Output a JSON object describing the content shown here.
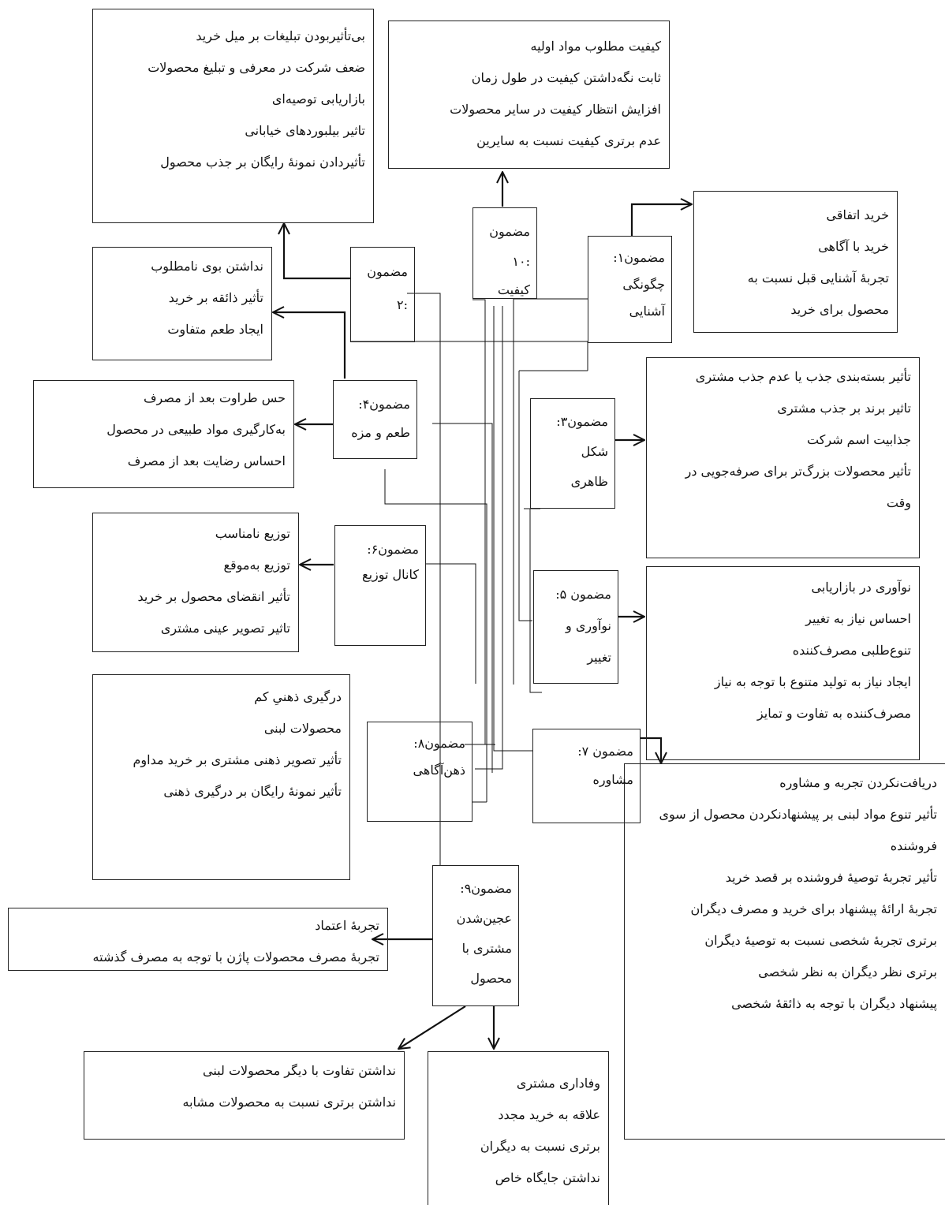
{
  "themes": {
    "t1": {
      "lines": [
        "مضمون۱:",
        "چگونگی",
        "آشنایی"
      ]
    },
    "t2": {
      "lines": [
        "مضمون",
        ":۲"
      ]
    },
    "t3": {
      "lines": [
        "مضمون۳:",
        "شکل",
        "ظاهری"
      ]
    },
    "t4": {
      "lines": [
        "مضمون۴:",
        "طعم و مزه"
      ]
    },
    "t5": {
      "lines": [
        "مضمون ۵:",
        "نوآوری و",
        "تغییر"
      ]
    },
    "t6": {
      "lines": [
        "مضمون۶:",
        "کانال توزیع"
      ]
    },
    "t7": {
      "lines": [
        "مضمون ۷:",
        "مشاوره"
      ]
    },
    "t8": {
      "lines": [
        "مضمون۸:",
        "ذهن‌آگاهی"
      ]
    },
    "t9": {
      "lines": [
        "مضمون۹:",
        "عجین‌شدن",
        "مشتری با",
        "محصول"
      ]
    },
    "t10": {
      "lines": [
        "مضمون",
        ":۱۰",
        "کیفیت"
      ]
    }
  },
  "boxes": {
    "advertising": {
      "lines": [
        "بی‌تأثیربودن تبلیغات بر میل خرید",
        "ضعف شرکت در معرفی و تبلیغ محصولات",
        "بازاریابی توصیه‌ای",
        "تاثیر بیلبوردهای خیابانی",
        "تأثیردادن نمونۀ رایگان بر جذب محصول"
      ]
    },
    "quality": {
      "lines": [
        "کیفیت مطلوب مواد اولیه",
        "ثابت نگه‌داشتن کیفیت در طول زمان",
        "افزایش انتظار کیفیت در سایر  محصولات",
        "عدم برتری کیفیت نسبت به سایرین"
      ]
    },
    "familiarity": {
      "lines": [
        "خرید اتفاقی",
        "خرید با آگاهی",
        "تجربۀ آشنایی قبل نسبت به",
        "محصول برای خرید"
      ]
    },
    "smell": {
      "lines": [
        "نداشتن بوی نامطلوب",
        "تأثیر ذائقه بر خرید",
        "ایجاد طعم متفاوت"
      ]
    },
    "taste": {
      "lines": [
        "حس طراوت بعد از مصرف",
        "به‌کارگیری مواد طبیعی در محصول",
        "احساس رضایت بعد از مصرف"
      ]
    },
    "appearance": {
      "lines": [
        "تأثیر بسته‌بندی جذب یا عدم جذب مشتری",
        "تاثیر برند بر جذب مشتری",
        "جذابیت اسم شرکت",
        "تأثیر محصولات بزرگ‌تر برای صرفه‌جویی در",
        "وقت"
      ]
    },
    "distribution": {
      "lines": [
        "توزیع نامناسب",
        "توزیع به‌موقع",
        "تأثیر انقضای محصول بر خرید",
        "تاثیر تصویر عینی مشتری"
      ]
    },
    "innovation": {
      "lines": [
        "نوآوری در بازاریابی",
        "احساس نیاز به تغییر",
        "تنوع‌طلبی مصرف‌کننده",
        "ایجاد نیاز به تولید متنوع با توجه به نیاز",
        "مصرف‌کننده به تفاوت و تمایز"
      ]
    },
    "mindfulness": {
      "lines": [
        "درگیری ذهنیِ کم",
        "محصولات لبنی",
        "تأثیر تصویر ذهنی مشتری بر خرید مداوم",
        "تأثیر نمونۀ رایگان بر درگیری ذهنی"
      ]
    },
    "consulting": {
      "lines": [
        "دریافت‌نکردن تجربه و مشاوره",
        "تأثیر تنوع مواد لبنی بر پیشنهادنکردن محصول از سوی",
        "فروشنده",
        "تأثیر تجربۀ توصیۀ فروشنده بر قصد خرید",
        "تجربۀ ارائۀ پیشنهاد برای خرید و مصرف دیگران",
        "برتری تجربۀ شخصی نسبت به توصیۀ دیگران",
        "برتری نظر دیگران به نظر شخصی",
        "پیشنهاد دیگران با توجه به ذائقۀ شخصی"
      ]
    },
    "trust": {
      "lines": [
        "تجربۀ اعتماد",
        "تجربۀ مصرف محصولات پاژن با توجه به مصرف گذشته"
      ]
    },
    "nodiff": {
      "lines": [
        "نداشتن تفاوت با دیگر محصولات لبنی",
        "نداشتن برتری نسبت به محصولات مشابه"
      ]
    },
    "loyalty": {
      "lines": [
        "وفاداری مشتری",
        "علاقه به خرید مجدد",
        "برتری نسبت به دیگران",
        "نداشتن جایگاه خاص"
      ]
    }
  }
}
